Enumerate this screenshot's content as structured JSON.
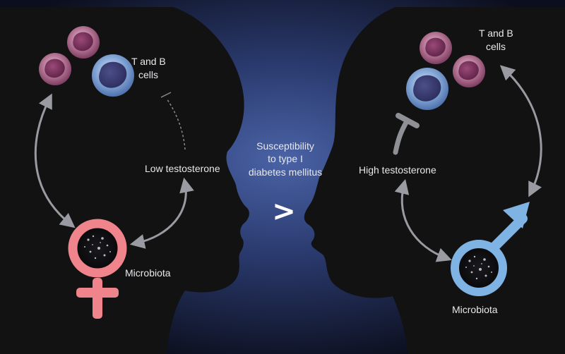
{
  "labels": {
    "left_cells_line1": "T and B",
    "left_cells_line2": "cells",
    "left_hormone": "Low testosterone",
    "left_microbiota": "Microbiota",
    "center_line1": "Susceptibility",
    "center_line2": "to type I",
    "center_line3": "diabetes mellitus",
    "comparison": ">",
    "right_cells_line1": "T and B",
    "right_cells_line2": "cells",
    "right_hormone": "High testosterone",
    "right_microbiota": "Microbiota"
  },
  "colors": {
    "background_glow": "#3a4f8c",
    "background_dark": "#0d1020",
    "silhouette": "#121212",
    "female_symbol": "#f0848c",
    "male_symbol": "#7fb3e3",
    "t_cell_pink": "#a3587e",
    "b_cell_blue": "#6f98cf",
    "arrow": "#9a9aa2"
  },
  "icons": {
    "female": "venus-symbol-icon",
    "male": "mars-symbol-icon",
    "cell": "lymphocyte-cell-icon"
  }
}
